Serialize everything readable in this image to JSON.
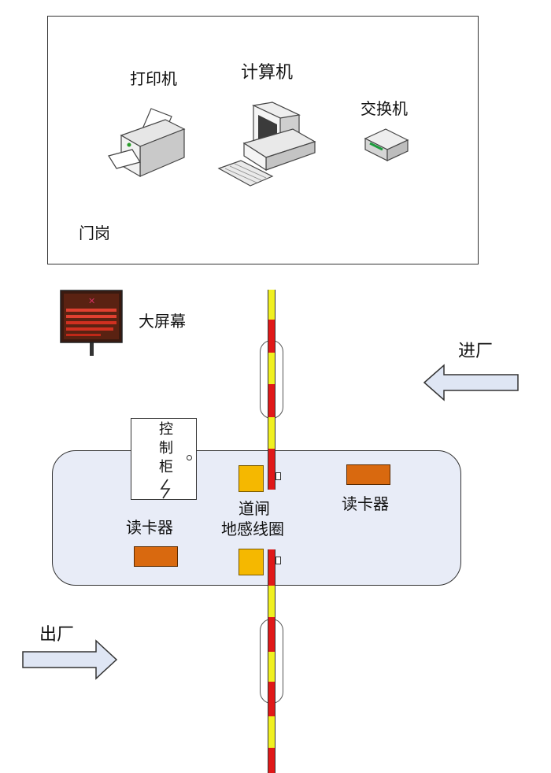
{
  "guardhouse": {
    "label": "门岗",
    "printer_label": "打印机",
    "computer_label": "计算机",
    "switch_label": "交换机"
  },
  "screen": {
    "label": "大屏幕"
  },
  "lanes": {
    "entry_label": "进厂",
    "exit_label": "出厂"
  },
  "island": {
    "cabinet_label": "控制柜",
    "reader_right_label": "读卡器",
    "reader_left_label": "读卡器",
    "gate_loop_label_line1": "道闸",
    "gate_loop_label_line2": "地感线圈"
  },
  "colors": {
    "island_fill": "#e8ecf7",
    "reader_fill": "#d9690f",
    "loop_fill": "#f5b800",
    "barrier_red": "#e01818",
    "barrier_yellow": "#f0f020",
    "arrow_fill": "#dfe6f4"
  }
}
